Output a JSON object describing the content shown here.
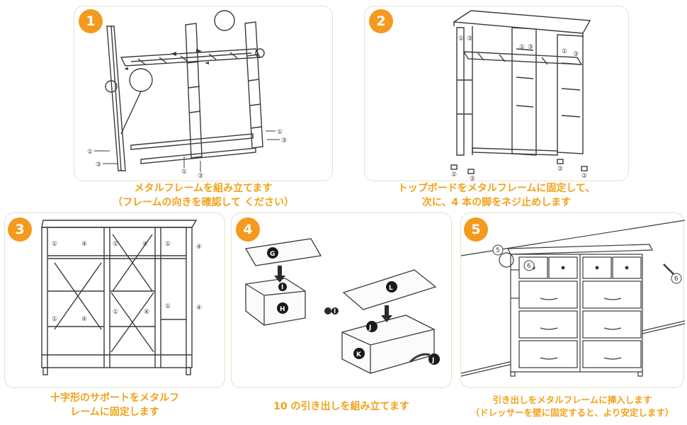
{
  "steps": [
    {
      "number": "1",
      "caption": [
        "メタルフレームを組み立てます",
        "（フレームの向きを確認して ください）"
      ]
    },
    {
      "number": "2",
      "caption": [
        "トップボードをメタルフレームに固定して、",
        "次に、4 本の脚をネジ止めします"
      ]
    },
    {
      "number": "3",
      "caption": [
        "十字形のサポートをメタルフ",
        "レームに固定します"
      ]
    },
    {
      "number": "4",
      "caption": [
        "10 の引き出しを組み立てます"
      ]
    },
    {
      "number": "5",
      "caption": [
        "引き出しをメタルフレームに挿入します",
        "（ドレッサーを壁に固定すると、より安定します）"
      ]
    }
  ],
  "part_labels": {
    "step2": [
      "①",
      "③",
      "②",
      "③"
    ],
    "step3": [
      "①",
      "④"
    ],
    "step4": [
      "G",
      "H",
      "I",
      "L",
      "J",
      "K"
    ],
    "step5": [
      "5",
      "6"
    ]
  },
  "colors": {
    "accent": "#f39a1f",
    "caption": "#f0a21a",
    "panel_border": "#e7e1c9",
    "line": "#3a3a3a"
  }
}
